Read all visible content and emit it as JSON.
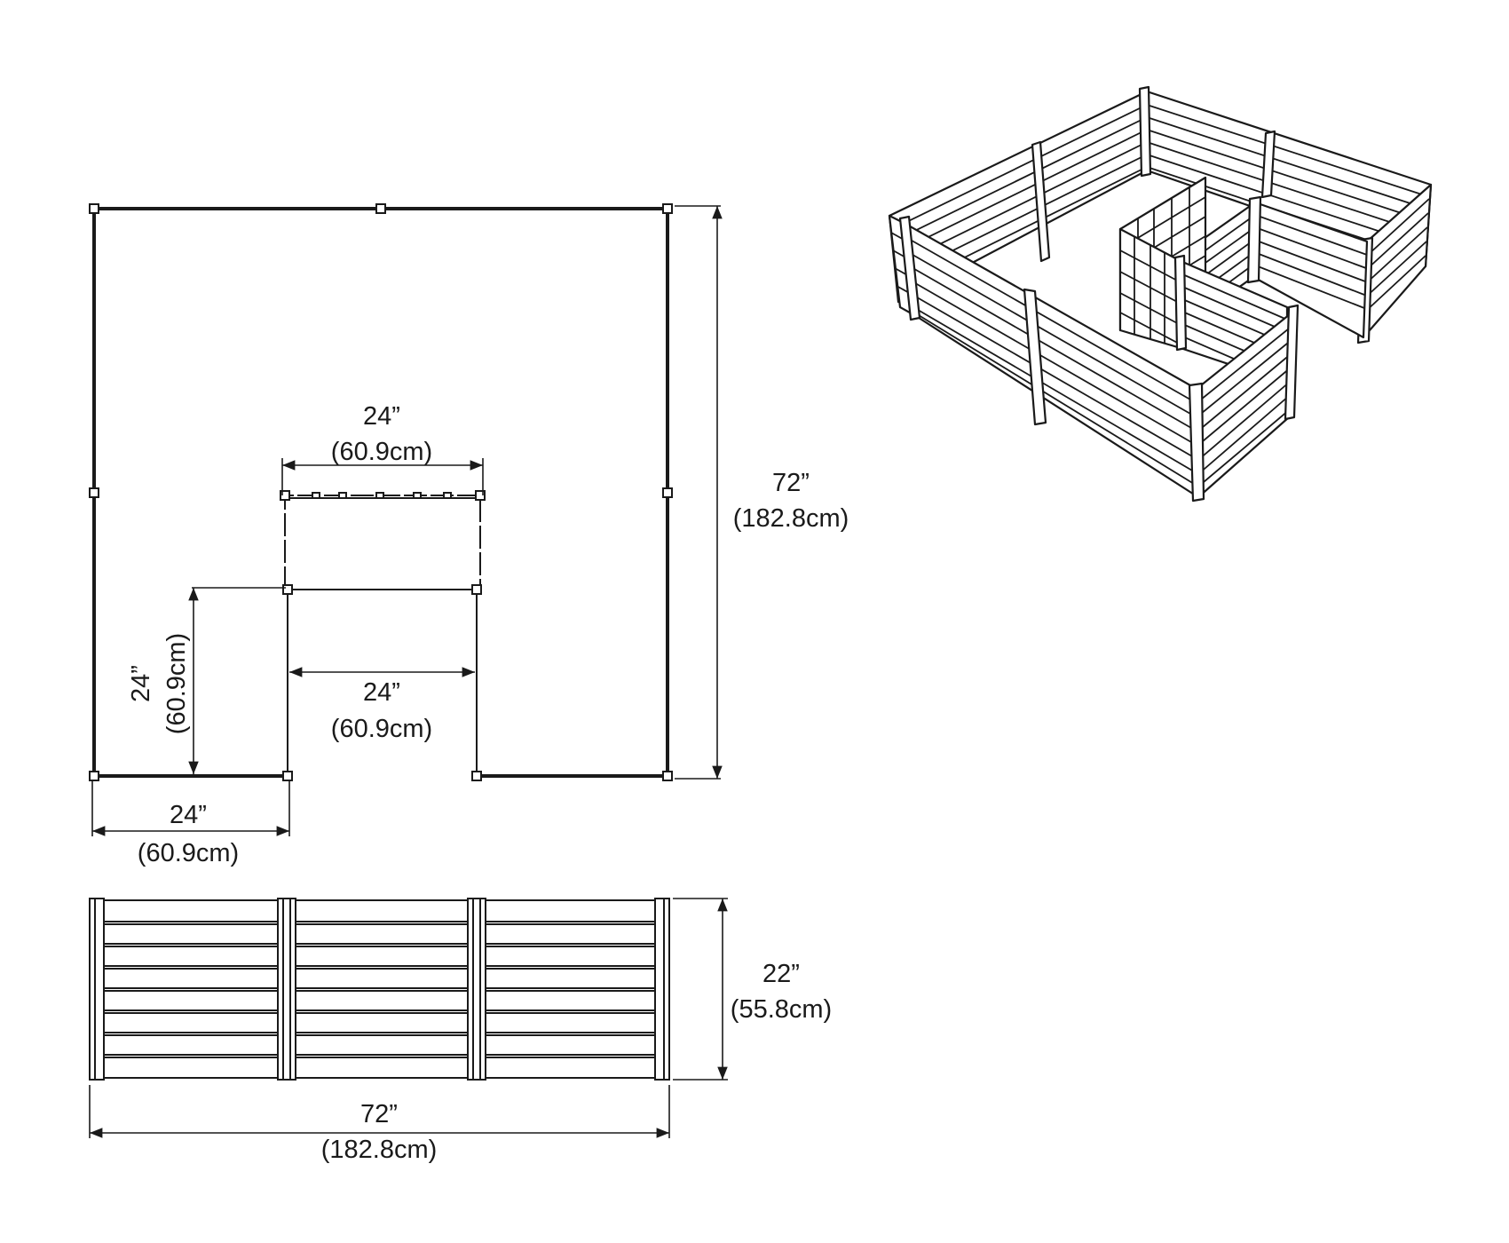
{
  "plan_view": {
    "top_opening_width": {
      "imperial": "24”",
      "metric": "(60.9cm)"
    },
    "overall_depth": {
      "imperial": "72”",
      "metric": "(182.8cm)"
    },
    "notch_depth": {
      "imperial": "24”",
      "metric": "(60.9cm)"
    },
    "notch_width": {
      "imperial": "24”",
      "metric": "(60.9cm)"
    },
    "arm_width": {
      "imperial": "24”",
      "metric": "(60.9cm)"
    }
  },
  "side_view": {
    "height": {
      "imperial": "22”",
      "metric": "(55.8cm)"
    },
    "length": {
      "imperial": "72”",
      "metric": "(182.8cm)"
    }
  },
  "colors": {
    "line": "#1a1a1a",
    "background": "#ffffff"
  }
}
